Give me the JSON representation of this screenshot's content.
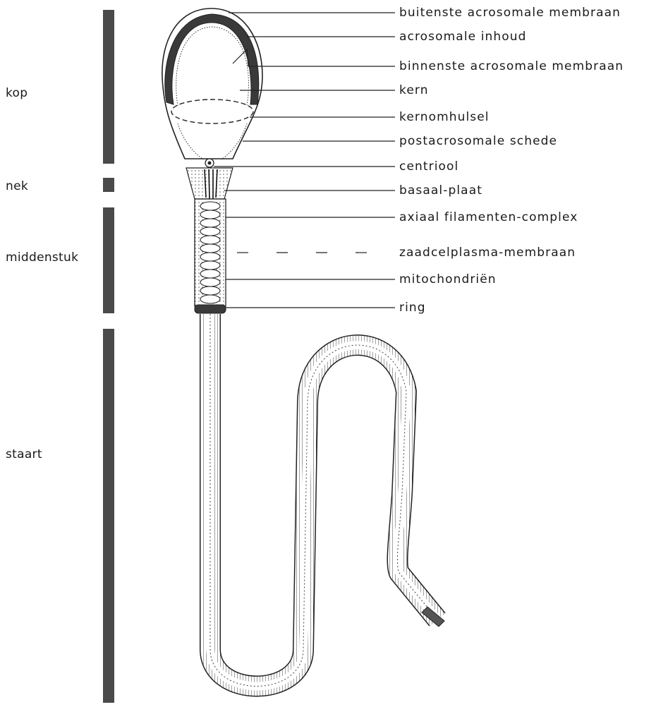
{
  "regions": [
    {
      "id": "kop",
      "label": "kop"
    },
    {
      "id": "nek",
      "label": "nek"
    },
    {
      "id": "middenstuk",
      "label": "middenstuk"
    },
    {
      "id": "staart",
      "label": "staart"
    }
  ],
  "labels": [
    {
      "id": "buitenste-acrosomale-membraan",
      "text": "buitenste acrosomale membraan"
    },
    {
      "id": "acrosomale-inhoud",
      "text": "acrosomale inhoud"
    },
    {
      "id": "binnenste-acrosomale-membraan",
      "text": "binnenste acrosomale membraan"
    },
    {
      "id": "kern",
      "text": "kern"
    },
    {
      "id": "kernomhulsel",
      "text": "kernomhulsel"
    },
    {
      "id": "postacrosomale-schede",
      "text": "postacrosomale schede"
    },
    {
      "id": "centriool",
      "text": "centriool"
    },
    {
      "id": "basaal-plaat",
      "text": "basaal-plaat"
    },
    {
      "id": "axiaal-filamenten-complex",
      "text": "axiaal filamenten-complex"
    },
    {
      "id": "zaadcelplasma-membraan",
      "text": "zaadcelplasma-membraan"
    },
    {
      "id": "mitochondrien",
      "text": "mitochondriën"
    },
    {
      "id": "ring",
      "text": "ring"
    }
  ]
}
